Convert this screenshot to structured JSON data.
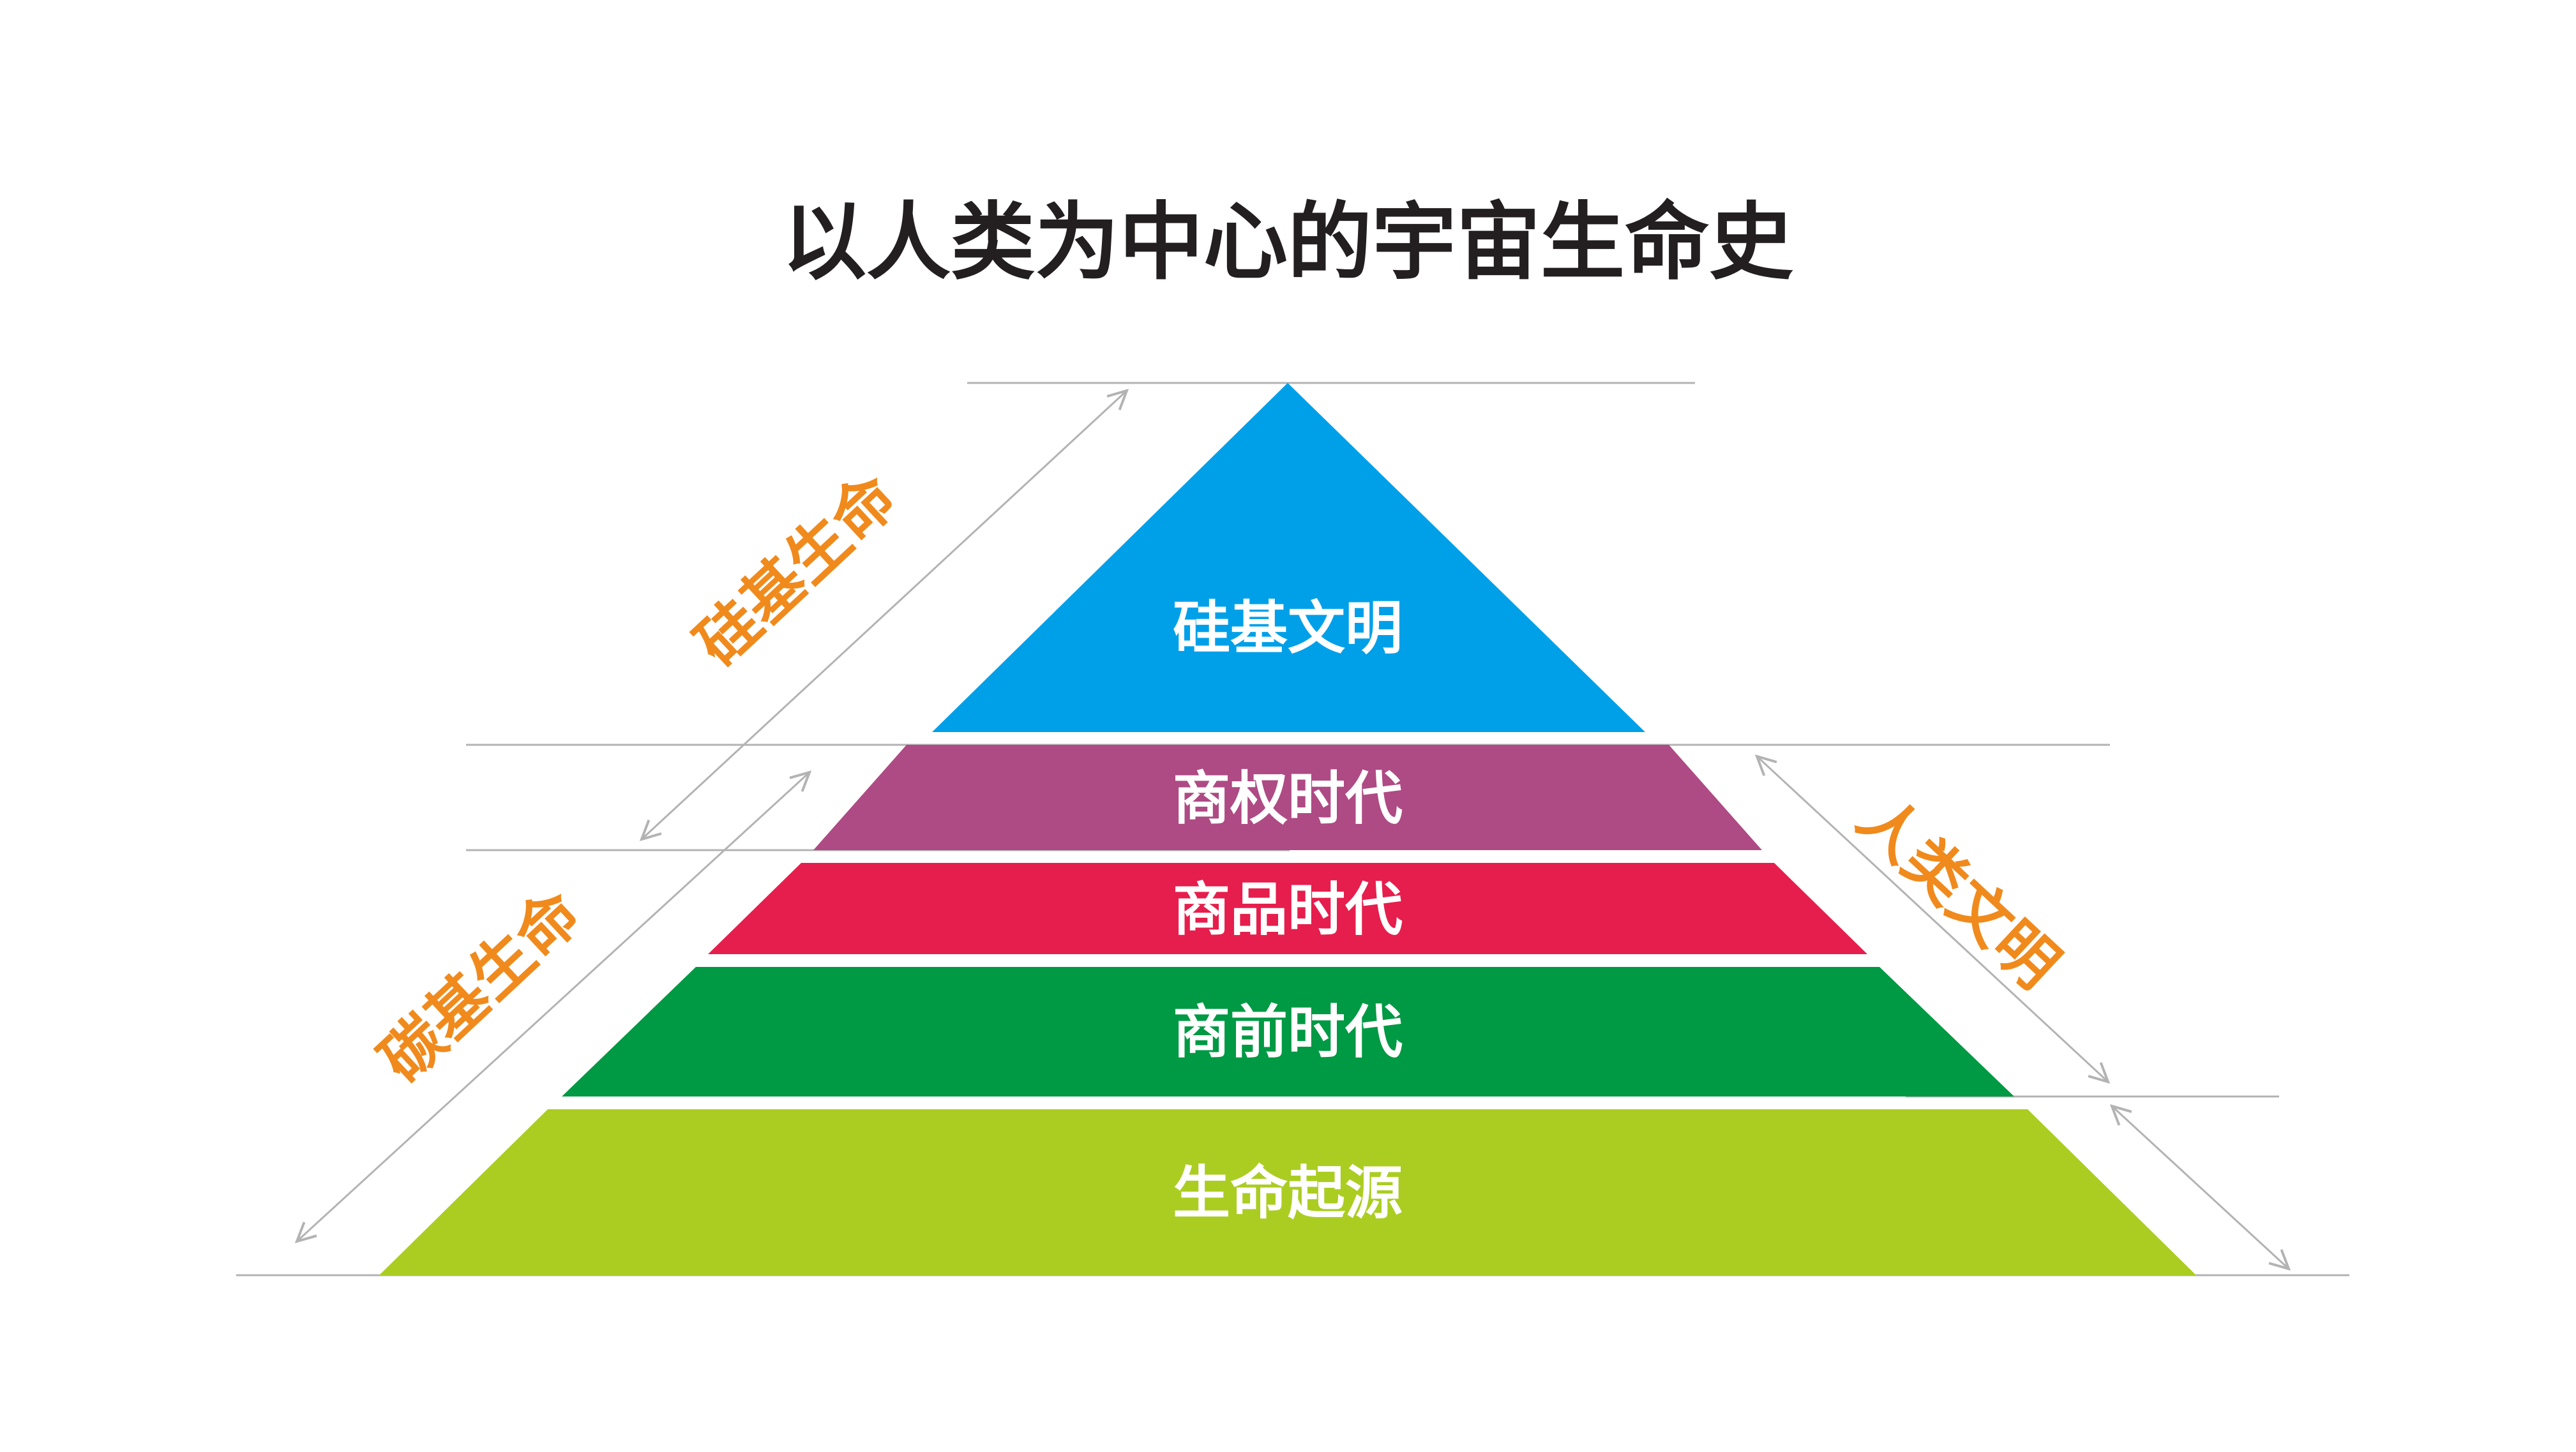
{
  "title": "以人类为中心的宇宙生命史",
  "layers": [
    {
      "label": "硅基文明",
      "color": "#00a0e9"
    },
    {
      "label": "商权时代",
      "color": "#ae4a84"
    },
    {
      "label": "商品时代",
      "color": "#e61e4d"
    },
    {
      "label": "商前时代",
      "color": "#009944"
    },
    {
      "label": "生命起源",
      "color": "#abcd22"
    }
  ],
  "side_labels": {
    "silicon_life": "硅基生命",
    "carbon_life": "碳基生命",
    "human_civilization": "人类文明"
  },
  "accent_color": "#f08a1c"
}
